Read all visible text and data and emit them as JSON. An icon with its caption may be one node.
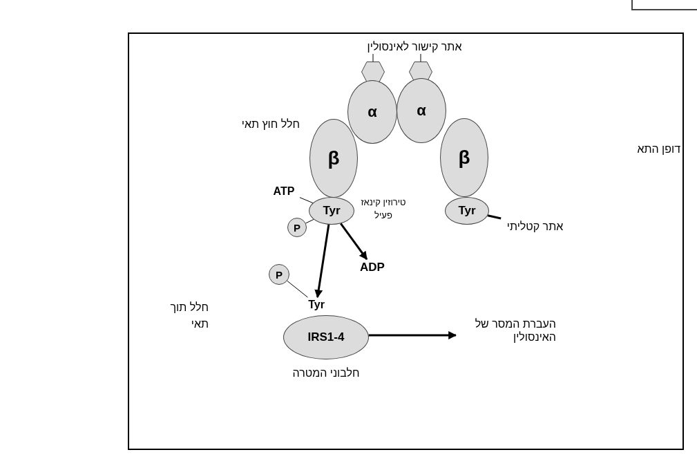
{
  "diagram": {
    "nodes": [
      {
        "text": [
          "אתר קישור לאינסולין"
        ]
      },
      {
        "text": [],
        "shape": "hexagon"
      },
      {
        "text": [],
        "shape": "hexagon"
      },
      {
        "text": [
          "α"
        ]
      },
      {
        "text": [
          "α"
        ]
      },
      {
        "text": [
          "β"
        ]
      },
      {
        "text": [
          "β"
        ]
      },
      {
        "text": [
          "Tyr"
        ]
      },
      {
        "text": [
          "Tyr"
        ]
      },
      {
        "text": [
          "ATP"
        ]
      },
      {
        "text": [
          "P"
        ]
      },
      {
        "text": [
          "ADP"
        ]
      },
      {
        "text": [
          "P"
        ]
      },
      {
        "text": [
          "Tyr"
        ]
      },
      {
        "text": [
          "IRS1-4"
        ],
        "beside": [
          "חלבוני המטרה"
        ]
      },
      {
        "text": [
          "העברת המסר של האינסולין"
        ]
      },
      {
        "text": [
          "אתר קטליתי"
        ]
      }
    ],
    "edges": [
      {
        "from": 0,
        "to": 1,
        "arrow": "none"
      },
      {
        "from": 0,
        "to": 2,
        "arrow": "none"
      },
      {
        "from": 9,
        "to": 7,
        "arrow": "none"
      },
      {
        "from": 10,
        "to": 7,
        "arrow": "none"
      },
      {
        "from": 16,
        "to": 8,
        "arrow": "none",
        "style": "thick"
      },
      {
        "from": 7,
        "to": 13,
        "arrow": "to",
        "style": "thick"
      },
      {
        "from": 7,
        "to": 11,
        "arrow": "to",
        "style": "thick"
      },
      {
        "from": 12,
        "to": 13,
        "arrow": "none"
      },
      {
        "from": 14,
        "to": 15,
        "arrow": "to",
        "style": "thick"
      }
    ],
    "labels": [
      "חלל חוץ תאי",
      "דופן התא",
      "טירוזין קינאז פעיל",
      "חלל תוך תאי"
    ]
  }
}
